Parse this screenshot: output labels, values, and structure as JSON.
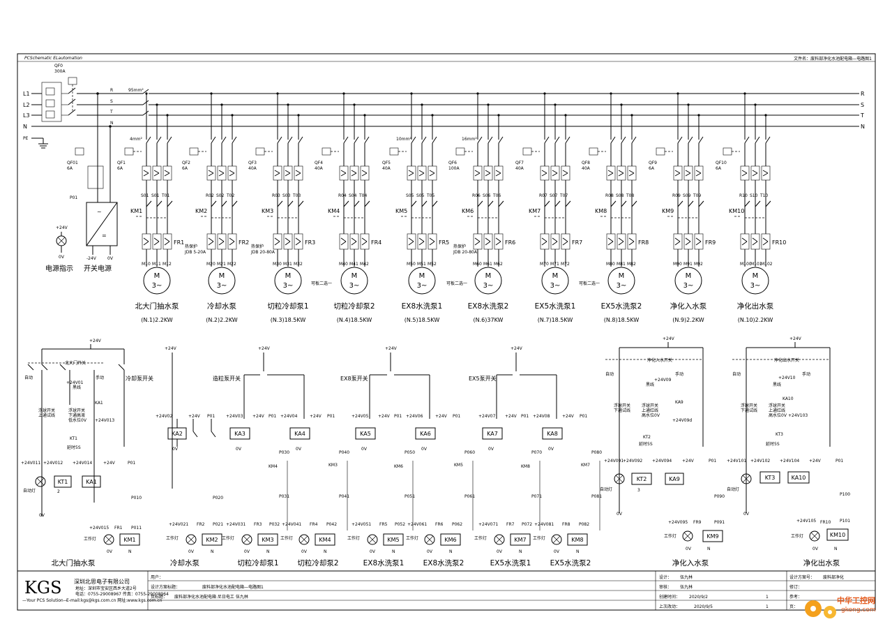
{
  "header": {
    "left": "PCSchematic ELautomation",
    "right": "文件名：废料部净化水池配电箱—电路图1"
  },
  "phases": [
    "L1",
    "L2",
    "L3",
    "N"
  ],
  "bus_labels": [
    "R",
    "S",
    "T",
    "N"
  ],
  "pe_label": "PE",
  "main_breaker": {
    "tag": "QF0",
    "rating": "300A"
  },
  "cable_sizes": [
    "95mm²",
    "4mm²",
    "10mm²",
    "16mm²"
  ],
  "power_branch": {
    "breaker": "QF01",
    "rating": "6A",
    "fuse_label": "P01",
    "lamp_voltage": "+24V",
    "lamp_zero": "0V",
    "lamp_label": "电源指示",
    "psu_out": [
      "-24V",
      "0V"
    ],
    "psu_label": "开关电源"
  },
  "motors": [
    {
      "qf": "QF1",
      "rating": "6A",
      "wires": [
        "S01",
        "S01",
        "T01"
      ],
      "km": "KM1",
      "fr": "FR1",
      "terms": [
        "M10",
        "M11",
        "M12"
      ],
      "name": "北大门抽水泵",
      "power": "(N.1)2.2KW"
    },
    {
      "qf": "QF2",
      "rating": "6A",
      "wires": [
        "R02",
        "S02",
        "T02"
      ],
      "km": "KM2",
      "fr": "FR2",
      "terms": [
        "M20",
        "M21",
        "M22"
      ],
      "name": "冷却水泵",
      "power": "(N.2)2.2KW"
    },
    {
      "qf": "QF3",
      "rating": "40A",
      "wires": [
        "R03",
        "S03",
        "T03"
      ],
      "km": "KM3",
      "fr": "FR3",
      "terms": [
        "M30",
        "M31",
        "M32"
      ],
      "name": "切粒冷却泵1",
      "power": "(N.3)18.5KW"
    },
    {
      "qf": "QF4",
      "rating": "40A",
      "wires": [
        "R04",
        "S04",
        "T04"
      ],
      "km": "KM4",
      "fr": "FR4",
      "terms": [
        "M40",
        "M41",
        "M42"
      ],
      "name": "切粒冷却泵2",
      "power": "(N.4)18.5KW"
    },
    {
      "qf": "QF5",
      "rating": "40A",
      "wires": [
        "S05",
        "S05",
        "T05"
      ],
      "km": "KM5",
      "fr": "FR5",
      "terms": [
        "M50",
        "M51",
        "M52"
      ],
      "name": "EX8水洗泵1",
      "power": "(N.5)18.5KW"
    },
    {
      "qf": "QF6",
      "rating": "100A",
      "wires": [
        "R06",
        "S06",
        "T06"
      ],
      "km": "KM6",
      "fr": "FR6",
      "terms": [
        "M60",
        "M61",
        "M62"
      ],
      "name": "EX8水洗泵2",
      "power": "(N.6)37KW"
    },
    {
      "qf": "QF7",
      "rating": "40A",
      "wires": [
        "R07",
        "S07",
        "T07"
      ],
      "km": "KM7",
      "fr": "FR7",
      "terms": [
        "M70",
        "M71",
        "M72"
      ],
      "name": "EX5水洗泵1",
      "power": "(N.7)18.5KW"
    },
    {
      "qf": "QF8",
      "rating": "40A",
      "wires": [
        "R08",
        "S08",
        "T08"
      ],
      "km": "KM8",
      "fr": "FR8",
      "terms": [
        "M80",
        "M81",
        "M82"
      ],
      "name": "EX5水洗泵2",
      "power": "(N.8)18.5KW"
    },
    {
      "qf": "QF9",
      "rating": "6A",
      "wires": [
        "R09",
        "S09",
        "T09"
      ],
      "km": "KM9",
      "fr": "FR9",
      "terms": [
        "M90",
        "M91",
        "M92"
      ],
      "name": "净化入水泵",
      "power": "(N.9)2.2KW"
    },
    {
      "qf": "QF10",
      "rating": "6A",
      "wires": [
        "R10",
        "S10",
        "T10"
      ],
      "km": "KM10",
      "fr": "FR10",
      "terms": [
        "M100",
        "M101",
        "M102"
      ],
      "name": "净化出水泵",
      "power": "(N.10)2.2KW"
    }
  ],
  "motor_symbol": {
    "m": "M",
    "phase": "3~"
  },
  "thermal_notes": [
    "热保护",
    "JDB 5-20A",
    "热保护",
    "JDB 20-80A",
    "热保护",
    "JDB 20-80A"
  ],
  "interlock_notes": [
    "可板二选一",
    "可板二选一",
    "可板二选一"
  ],
  "ctrl": {
    "supply": "+24V",
    "zero": "0V",
    "n": "N",
    "p01": "P01",
    "north": {
      "switch": "北大门开关",
      "auto": "自动",
      "manual": "手动",
      "float": "浮球开关",
      "float_sub": "上通试线",
      "float2": "浮球开关",
      "float2_sub1": "下通高液",
      "float2_sub2": "低水位0V",
      "v01": "+24V01",
      "common": "黑线",
      "ka1": "KA1",
      "v013": "+24V013",
      "kt1_label": "KT1",
      "kt_delay": "延时5S",
      "v011": "+24V011",
      "v012": "+24V012",
      "v014": "+24V014",
      "kt1": "KT1",
      "ka1b": "KA1",
      "lamp": "自动灯",
      "p010": "P010",
      "p011": "P011",
      "v015": "+24V015",
      "fr": "FR1",
      "work": "工作灯",
      "km": "KM1",
      "title": "北大门抽水泵",
      "n2": "2"
    },
    "cool": {
      "switch": "冷却泵开关",
      "v02": "+24V02",
      "ka": "KA2",
      "p020": "P020",
      "p021": "P021",
      "v021": "+24V021",
      "fr": "FR2",
      "work": "工作灯",
      "km": "KM2",
      "title": "冷却水泵"
    },
    "granule": {
      "switch": "造粒泵开关",
      "v03": "+24V03",
      "v04": "+24V04",
      "ka3": "KA3",
      "ka4": "KA4",
      "p030": "P030",
      "p031": "P031",
      "p032": "P032",
      "p040": "P040",
      "p041": "P041",
      "p042": "P042",
      "km3": "KM3",
      "km4": "KM4",
      "v031": "+24V031",
      "v041": "+24V041",
      "fr3": "FR3",
      "fr4": "FR4",
      "title1": "切粒冷却泵1",
      "title2": "切粒冷却泵2"
    },
    "ex8": {
      "switch": "EX8泵开关",
      "v05": "+24V05",
      "v06": "+24V06",
      "ka5": "KA5",
      "ka6": "KA6",
      "p050": "P050",
      "p051": "P051",
      "p052": "P052",
      "p060": "P060",
      "p061": "P061",
      "p062": "P062",
      "km5": "KM5",
      "km6": "KM6",
      "v051": "+24V051",
      "v061": "+24V061",
      "fr5": "FR5",
      "fr6": "FR6",
      "title1": "EX8水洗泵1",
      "title2": "EX8水洗泵2"
    },
    "ex5": {
      "switch": "EX5泵开关",
      "v07": "+24V07",
      "v08": "+24V08",
      "ka7": "KA7",
      "ka8": "KA8",
      "p070": "P070",
      "p071": "P071",
      "p072": "P072",
      "p080": "P080",
      "p081": "P081",
      "p082": "P082",
      "km7": "KM7",
      "km8": "KM8",
      "v071": "+24V071",
      "v081": "+24V081",
      "fr7": "FR7",
      "fr8": "FR8",
      "title1": "EX5水洗泵1",
      "title2": "EX5水洗泵2"
    },
    "pin": {
      "switch": "净化入水开关",
      "auto": "自动",
      "manual": "手动",
      "v09": "+24V09",
      "common": "黑线",
      "float": "浮球开关",
      "float_sub": "下通试线",
      "float2": "浮球开关",
      "float2_sub1": "上通红线",
      "float2_sub2": "高水位0V",
      "ka9": "KA9",
      "v09d": "+24V09d",
      "kt2": "KT2",
      "delay": "延时5S",
      "v092": "+24V092",
      "v091": "+24V091",
      "v094": "+24V094",
      "kt2b": "KT2",
      "ka9b": "KA9",
      "lamp": "自动灯",
      "p090": "P090",
      "p091": "P091",
      "v095": "+24V095",
      "fr": "FR9",
      "work": "工作灯",
      "km": "KM9",
      "title": "净化入水泵",
      "n3": "3"
    },
    "pout": {
      "switch": "净化出水开关",
      "auto": "自动",
      "manual": "手动",
      "v10": "+24V10",
      "common": "黑线",
      "float": "浮球开关",
      "float_sub": "下通试线",
      "float2": "浮球开关",
      "float2_sub1": "上通红线",
      "float2_sub2": "高水位0V",
      "ka10": "KA10",
      "v103": "+24V103",
      "kt3": "KT3",
      "delay": "延时5S",
      "v101": "+24V101",
      "v102": "+24V102",
      "v104": "+24V104",
      "kt3b": "KT3",
      "ka10b": "KA10",
      "lamp": "自动灯",
      "p100": "P100",
      "p101": "P101",
      "v105": "+24V105",
      "fr": "FR10",
      "work": "工作灯",
      "km": "KM10",
      "title": "净化出水泵"
    }
  },
  "title_block": {
    "logo": "KGS",
    "company": "深圳北思电子有限公司",
    "addr": "地址：深圳市宝安区西乡大道2号",
    "tel": "电话：0755-29008967   传真：0755-29008964",
    "slogan": "—Your PCS Solution—",
    "email": "E-mail:kgs@kgs.com.cn  网址:www.kgs.com.cn",
    "user_label": "用户：",
    "project_label": "设计方案标题：",
    "project": "废料部净化水池配电箱—电路图1",
    "page_label": "页标题：",
    "page": "废料部净化水池配电箱   尼日电工  伍九林",
    "design_label": "设计：",
    "design": "伍九林",
    "check_label": "审核：",
    "check": "伍九林",
    "created_label": "创建时间：",
    "created": "2020/9/2",
    "modified_label": "上次改动：",
    "modified": "2020/9/5",
    "scheme_label": "设计方案号：",
    "scheme": "废料部净化",
    "rev_label": "修订：",
    "ref_label": "参考：",
    "page_no_label": "页：",
    "idx1": "1",
    "idx2": "1"
  },
  "watermark": {
    "line1": "中华工控网",
    "line2": "gkong.com"
  }
}
